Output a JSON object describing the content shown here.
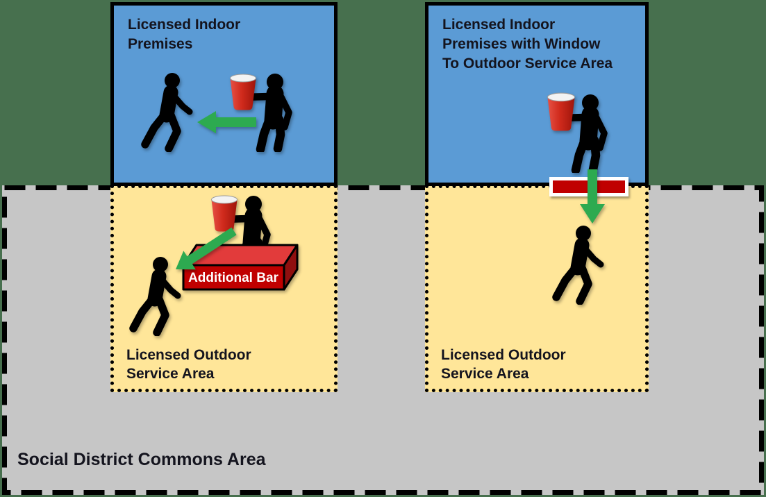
{
  "colors": {
    "background": "#47704E",
    "indoor_fill": "#5B9BD5",
    "outdoor_fill": "#FFE699",
    "commons_fill": "#C6C6C6",
    "arrow_green": "#2DAA50",
    "bar_red": "#C00000",
    "bar_top_red": "#E23B3B",
    "bar_side_red": "#8F0F0F",
    "cup_red": "#D02A1C"
  },
  "labels": {
    "left_indoor": "Licensed Indoor\nPremises",
    "left_outdoor": "Licensed Outdoor\nService Area",
    "right_indoor": "Licensed Indoor\nPremises with Window\nTo Outdoor Service Area",
    "right_outdoor": "Licensed Outdoor\nService Area",
    "commons": "Social District Commons Area",
    "additional_bar": "Additional Bar"
  },
  "icons": {
    "server": "person-holding-red-cup-icon",
    "walker": "walking-person-icon",
    "cup": "red-solo-cup-icon",
    "arrow_left": "green-arrow-left-icon",
    "arrow_down": "green-arrow-down-icon",
    "arrow_diagonal": "green-arrow-down-left-icon",
    "window": "service-window-icon",
    "bar": "additional-bar-3d-box-icon"
  }
}
